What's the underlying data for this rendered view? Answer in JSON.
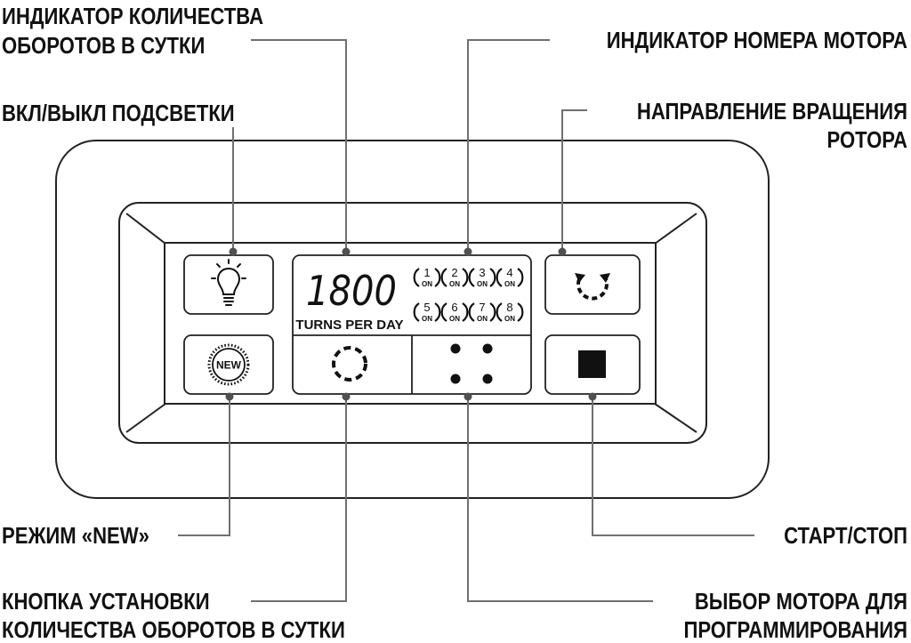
{
  "labels": {
    "turns_indicator": [
      "ИНДИКАТОР КОЛИЧЕСТВА",
      "ОБОРОТОВ В СУТКИ"
    ],
    "backlight": [
      "ВКЛ/ВЫКЛ ПОДСВЕТКИ"
    ],
    "motor_number_indicator": [
      "ИНДИКАТОР НОМЕРА МОТОРА"
    ],
    "rotation_direction": [
      "НАПРАВЛЕНИЕ ВРАЩЕНИЯ",
      "РОТОРА"
    ],
    "new_mode": [
      "РЕЖИМ «NEW»"
    ],
    "start_stop": [
      "СТАРТ/СТОП"
    ],
    "turns_set_button": [
      "КНОПКА УСТАНОВКИ",
      "КОЛИЧЕСТВА ОБОРОТОВ В СУТКИ"
    ],
    "motor_select": [
      "ВЫБОР МОТОРА ДЛЯ",
      "ПРОГРАММИРОВАНИЯ"
    ]
  },
  "display": {
    "turns_value": "1800",
    "turns_unit": "TURNS PER DAY",
    "motor_numbers": [
      "1",
      "2",
      "3",
      "4",
      "5",
      "6",
      "7",
      "8"
    ],
    "motor_state": "ON"
  },
  "new_button_text": "NEW",
  "icons": {
    "backlight": "lightbulb-icon",
    "new_mode": "new-badge-icon",
    "turns_set": "dashed-circle-icon",
    "motor_select": "four-dots-icon",
    "rotation": "rotation-arrow-icon",
    "start_stop": "stop-square-icon"
  },
  "colors": {
    "text": "#111111",
    "leader": "#707070",
    "outline": "#222222"
  }
}
